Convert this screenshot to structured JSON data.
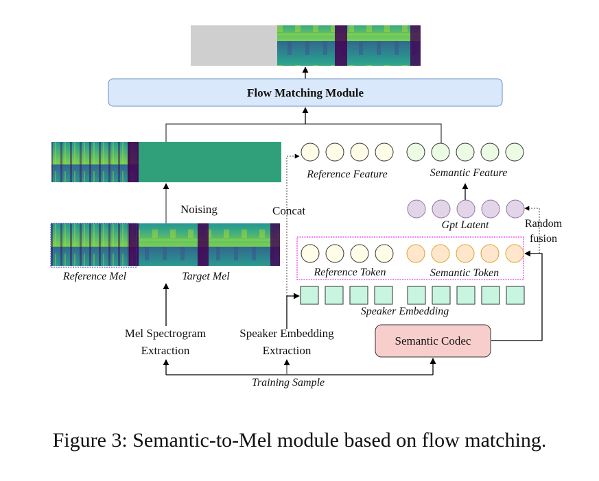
{
  "figure": {
    "caption": "Figure 3: Semantic-to-Mel module based on flow matching."
  },
  "modules": {
    "flow_matching": "Flow Matching Module",
    "semantic_codec": "Semantic Codec"
  },
  "labels": {
    "noising": "Noising",
    "concat": "Concat",
    "reference_mel": "Reference Mel",
    "target_mel": "Target Mel",
    "reference_feature": "Reference Feature",
    "semantic_feature": "Semantic Feature",
    "gpt_latent": "Gpt Latent",
    "random_fusion_1": "Random",
    "random_fusion_2": "fusion",
    "reference_token": "Reference Token",
    "semantic_token": "Semantic Token",
    "speaker_embedding": "Speaker Embedding",
    "mel_extraction_1": "Mel Spectrogram",
    "mel_extraction_2": "Extraction",
    "spk_extraction_1": "Speaker Embedding",
    "spk_extraction_2": "Extraction",
    "training_sample": "Training Sample"
  },
  "counts": {
    "reference_feature": 4,
    "semantic_feature": 5,
    "gpt_latent": 5,
    "reference_token": 4,
    "semantic_token": 5,
    "speaker_embedding_ref": 4,
    "speaker_embedding_sem": 5
  },
  "colors": {
    "flow_box_fill": "#dae8fc",
    "flow_box_stroke": "#6c8ebf",
    "codec_fill": "#f8cecc",
    "ref_circle_fill": "#fffde8",
    "sem_feature_fill": "#ecfbe4",
    "gpt_fill": "#e1d5e7",
    "gpt_stroke": "#9673a6",
    "sem_token_fill": "#ffe6cc",
    "sem_token_stroke": "#d6a32e",
    "speaker_fill": "#c8f5e0",
    "token_group_border": "#ee00ee",
    "ref_mel_border": "#3333cc",
    "masked_region": "#cfcfcf",
    "noise_green": "#2fa07a"
  }
}
